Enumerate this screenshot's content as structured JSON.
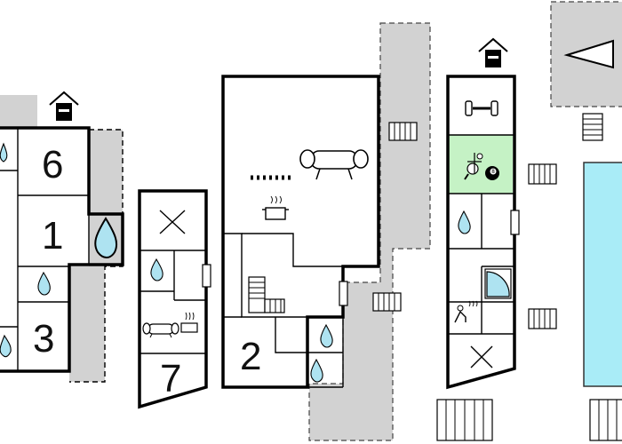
{
  "floorplan": {
    "room_numbers": {
      "room_6": "6",
      "room_1": "1",
      "room_3": "3",
      "room_7": "7",
      "room_2": "2"
    },
    "icons": [
      "house-icon",
      "bed-icon",
      "bathroom-drop-icon",
      "sofa-icon",
      "kitchen-icon",
      "stairs-icon",
      "door-icon",
      "dumbbell-icon",
      "table-tennis-icon",
      "billiards-icon",
      "sauna-icon",
      "shower-icon",
      "arrow-left-icon",
      "sun-lounger-icon",
      "fireplace-icon"
    ],
    "colors": {
      "wall": "#000000",
      "terrace": "#d2d2d2",
      "pool": "#a9ecf7",
      "games_room": "#c5f2c5",
      "water": "#aee3f1"
    }
  }
}
